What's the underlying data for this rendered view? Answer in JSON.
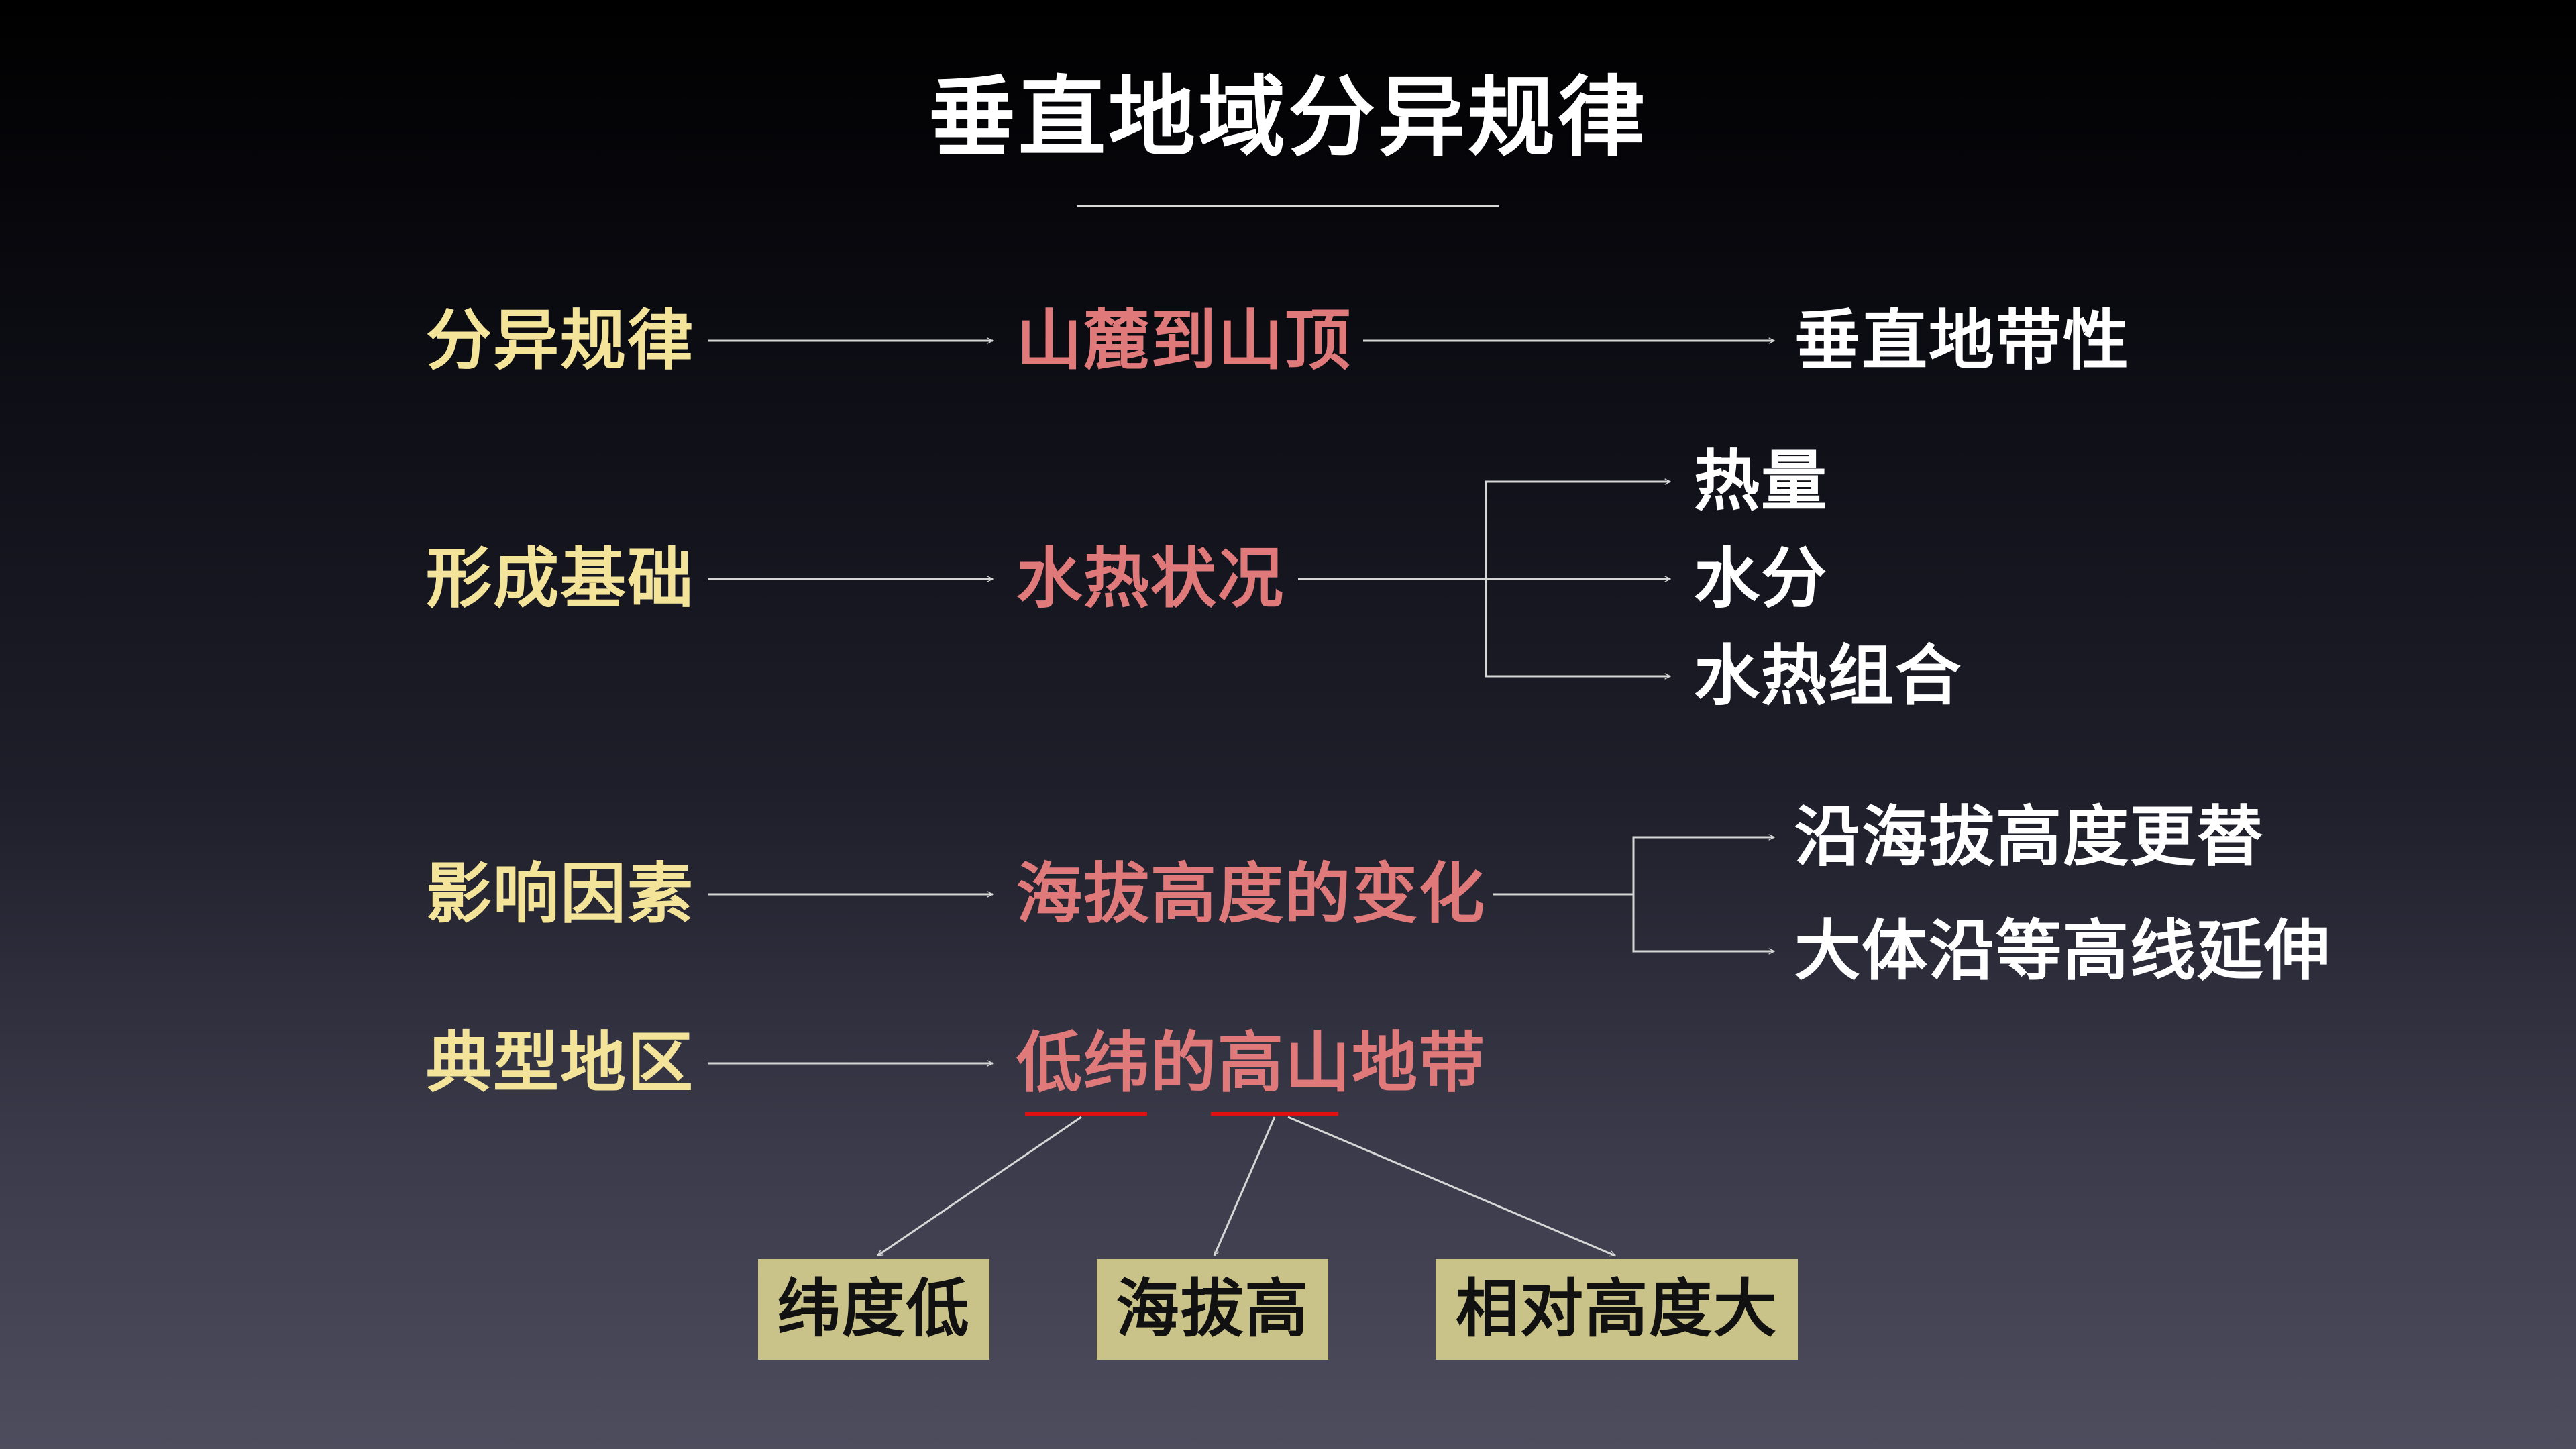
{
  "title": "垂直地域分异规律",
  "rows": [
    {
      "category": "分异规律",
      "middle": "山麓到山顶",
      "results": [
        "垂直地带性"
      ]
    },
    {
      "category": "形成基础",
      "middle": "水热状况",
      "results": [
        "热量",
        "水分",
        "水热组合"
      ]
    },
    {
      "category": "影响因素",
      "middle": "海拔高度的变化",
      "results": [
        "沿海拔高度更替",
        "大体沿等高线延伸"
      ]
    },
    {
      "category": "典型地区",
      "middle": "低纬的高山地带",
      "results": []
    }
  ],
  "characteristics": [
    "纬度低",
    "海拔高",
    "相对高度大"
  ],
  "colors": {
    "category": "#f4e49a",
    "middle": "#e0797a",
    "result": "#ffffff",
    "box_fill": "#c9c289",
    "underline": "#e01010",
    "connector": "#d6d6d6"
  }
}
